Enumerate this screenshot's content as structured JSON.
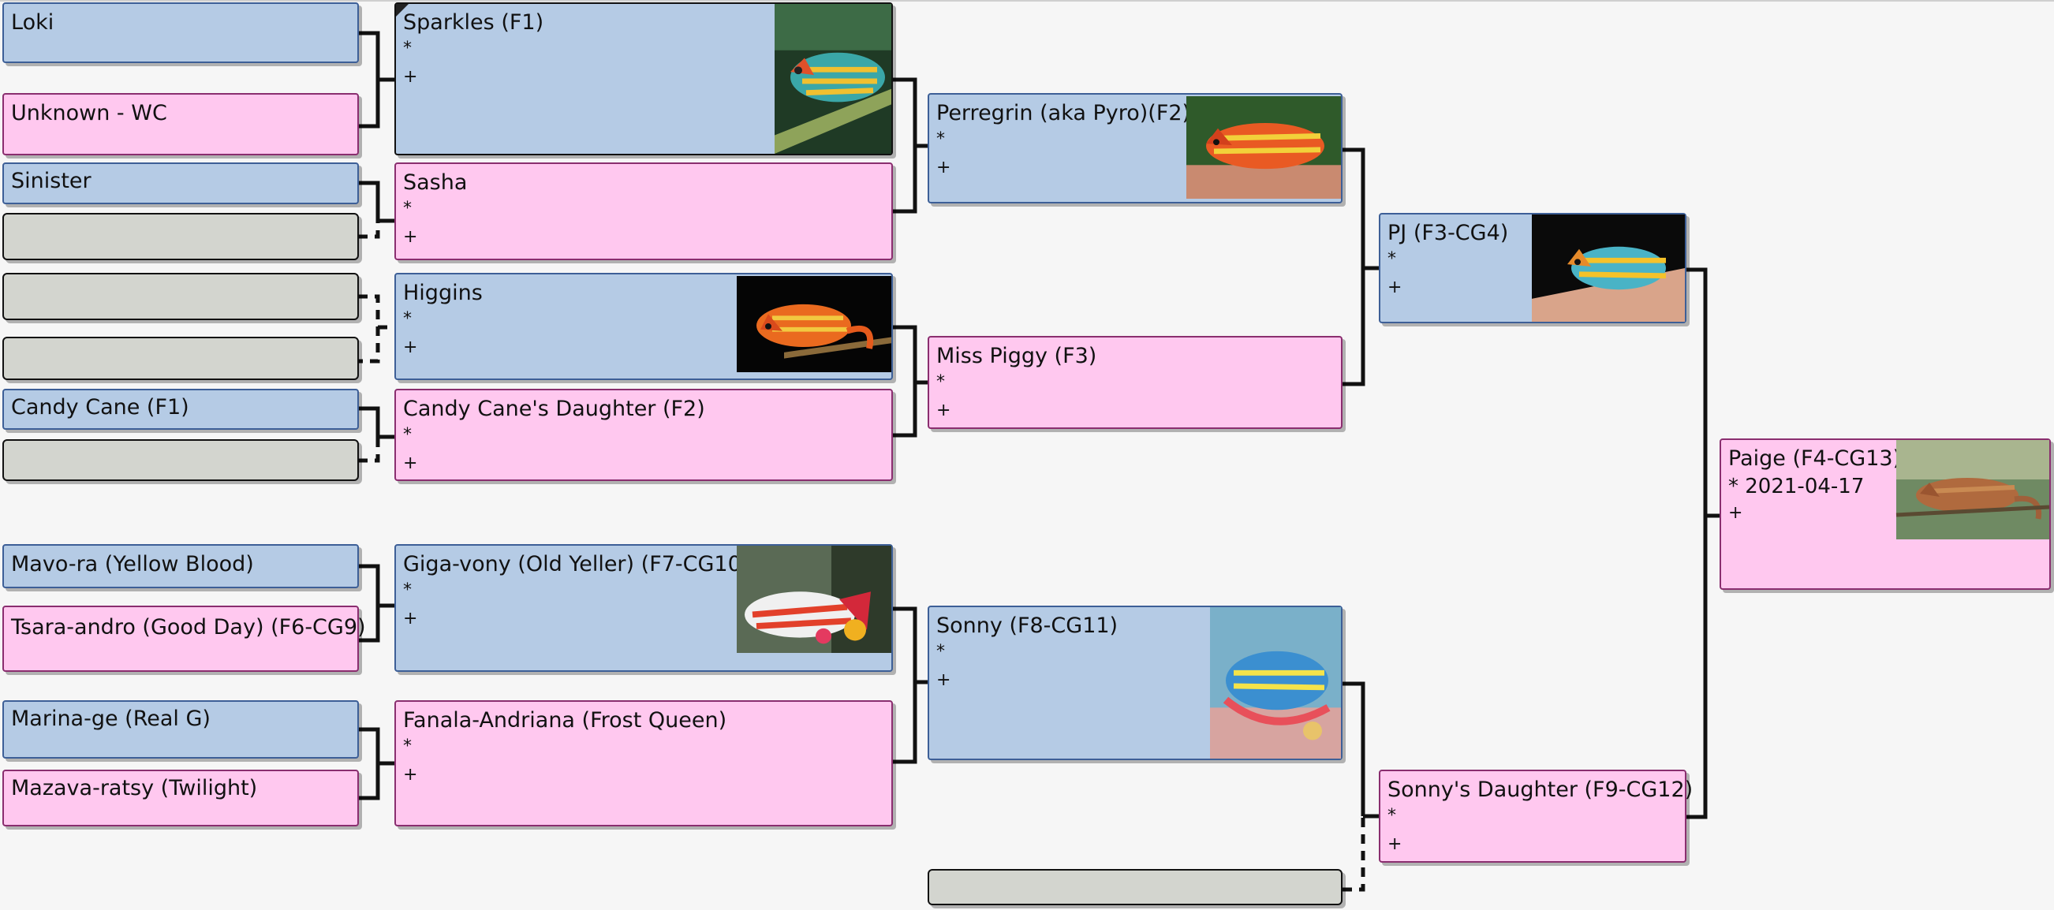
{
  "people": {
    "loki": {
      "name": "Loki"
    },
    "unknown_wc": {
      "name": "Unknown - WC"
    },
    "sinister": {
      "name": "Sinister"
    },
    "candy_cane": {
      "name": "Candy Cane (F1)"
    },
    "mavo_ra": {
      "name": "Mavo-ra (Yellow Blood)"
    },
    "tsara_andro": {
      "name": "Tsara-andro (Good Day) (F6-CG9)"
    },
    "marina_ge": {
      "name": "Marina-ge (Real G)"
    },
    "mazava_ratsy": {
      "name": "Mazava-ratsy (Twilight)"
    },
    "sparkles": {
      "name": "Sparkles (F1)",
      "birth": "*",
      "death": "+"
    },
    "sasha": {
      "name": "Sasha",
      "birth": "*",
      "death": "+"
    },
    "higgins": {
      "name": "Higgins",
      "birth": "*",
      "death": "+"
    },
    "candy_canes_daughter": {
      "name": "Candy Cane's Daughter (F2)",
      "birth": "*",
      "death": "+"
    },
    "giga_vony": {
      "name": "Giga-vony (Old Yeller) (F7-CG10)",
      "birth": "*",
      "death": "+"
    },
    "fanala_andriana": {
      "name": "Fanala-Andriana (Frost Queen)",
      "birth": "*",
      "death": "+"
    },
    "perregrin": {
      "name": "Perregrin (aka Pyro)(F2)",
      "birth": "*",
      "death": "+"
    },
    "miss_piggy": {
      "name": "Miss Piggy (F3)",
      "birth": "*",
      "death": "+"
    },
    "sonny": {
      "name": "Sonny (F8-CG11)",
      "birth": "*",
      "death": "+"
    },
    "pj": {
      "name": "PJ (F3-CG4)",
      "birth": "*",
      "death": "+"
    },
    "sonnys_daughter": {
      "name": "Sonny's Daughter (F9-CG12)",
      "birth": "*",
      "death": "+"
    },
    "paige": {
      "name": "Paige (F4-CG13)",
      "birth": "* 2021-04-17",
      "death": "+"
    }
  },
  "colors": {
    "male": "#b5cbe5",
    "female": "#ffc8ef",
    "unknown": "#d3d5cf",
    "background": "#f6f6f6"
  },
  "icons": {
    "photo": "chameleon-photo-icon"
  }
}
